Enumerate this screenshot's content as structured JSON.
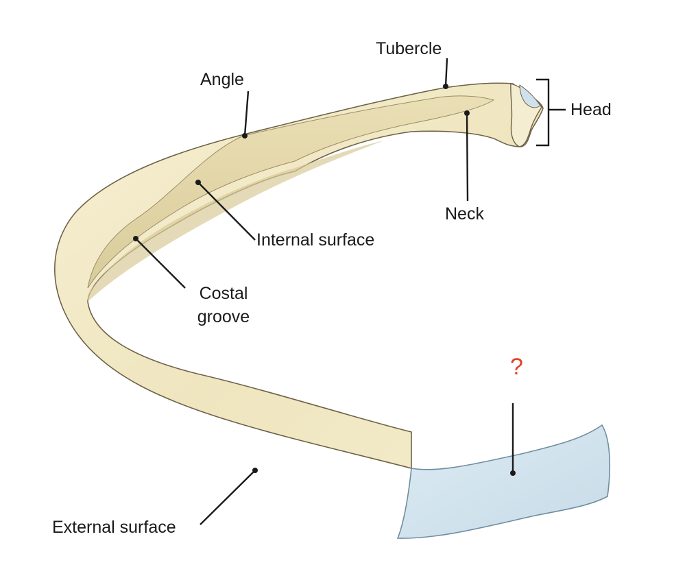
{
  "labels": {
    "tubercle": "Tubercle",
    "angle": "Angle",
    "head": "Head",
    "neck": "Neck",
    "internal_surface": "Internal surface",
    "costal_groove_line1": "Costal",
    "costal_groove_line2": "groove",
    "external_surface": "External surface",
    "unknown": "?"
  },
  "colors": {
    "bone_fill": "#f1e9c6",
    "bone_shadow": "#d9cd9f",
    "bone_outline": "#6e6248",
    "inner_surface": "#e8dcb0",
    "cartilage_fill": "#cfe1ec",
    "cartilage_outline": "#6f8ea0",
    "leader_line": "#1a1a1a",
    "question_mark": "#e0402a"
  }
}
